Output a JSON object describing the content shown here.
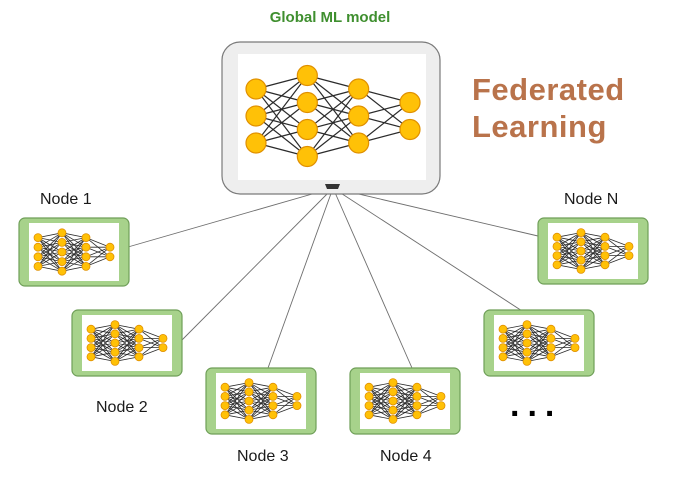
{
  "global_model": {
    "title": "Global ML model"
  },
  "heading": {
    "line1": "Federated",
    "line2": "Learning"
  },
  "nodes": [
    {
      "label": "Node 1"
    },
    {
      "label": "Node 2"
    },
    {
      "label": "Node 3"
    },
    {
      "label": "Node 4"
    },
    {
      "label": ""
    },
    {
      "label": "Node N"
    }
  ],
  "ellipsis": "...",
  "colors": {
    "neuron_fill": "#ffc107",
    "neuron_stroke": "#e09000",
    "node_panel": "#a7d28b",
    "node_panel_border": "#6f9f58",
    "global_panel": "#eeeeee",
    "global_panel_border": "#7a7a7a",
    "title_green": "#3f8f2f",
    "heading_brown": "#b9734b",
    "connector": "#6e6e6e",
    "hub": "#333333"
  },
  "network": {
    "global_layers": [
      3,
      4,
      3,
      2
    ],
    "node_layers": [
      4,
      5,
      4,
      2
    ]
  }
}
